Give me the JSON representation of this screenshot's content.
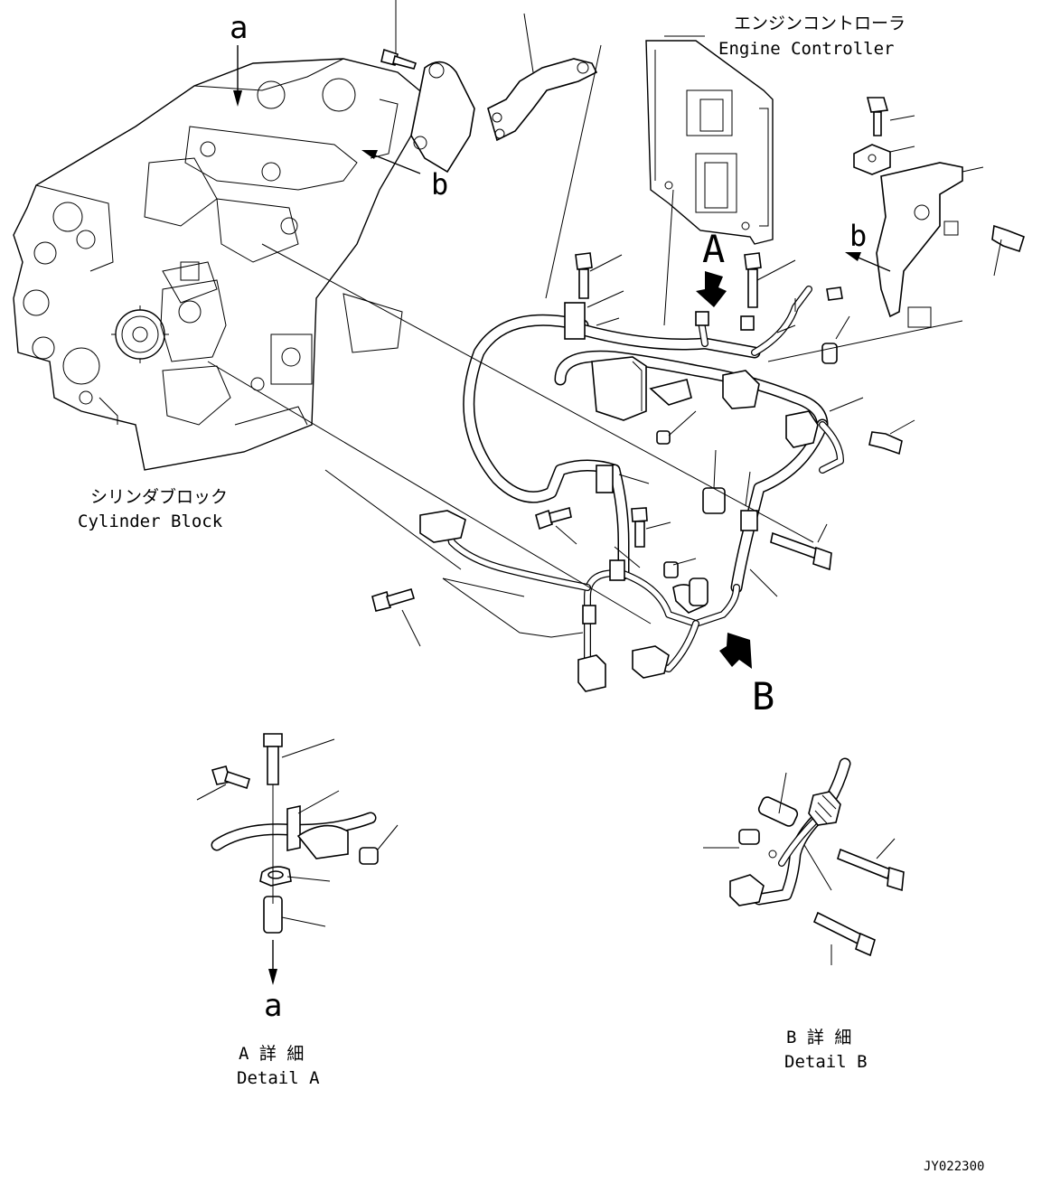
{
  "labels": {
    "ref_a_top": "a",
    "ref_b_block": "b",
    "ref_b_bracket": "b",
    "ref_A": "A",
    "ref_B": "B",
    "ref_a_detail": "a",
    "engine_controller_jp": "エンジンコントローラ",
    "engine_controller_en": "Engine Controller",
    "cylinder_block_jp": "シリンダブロック",
    "cylinder_block_en": "Cylinder Block",
    "detail_a_jp": "A 詳 細",
    "detail_a_en": "Detail A",
    "detail_b_jp": "B 詳 細",
    "detail_b_en": "Detail B",
    "drawing_number": "JY022300"
  }
}
